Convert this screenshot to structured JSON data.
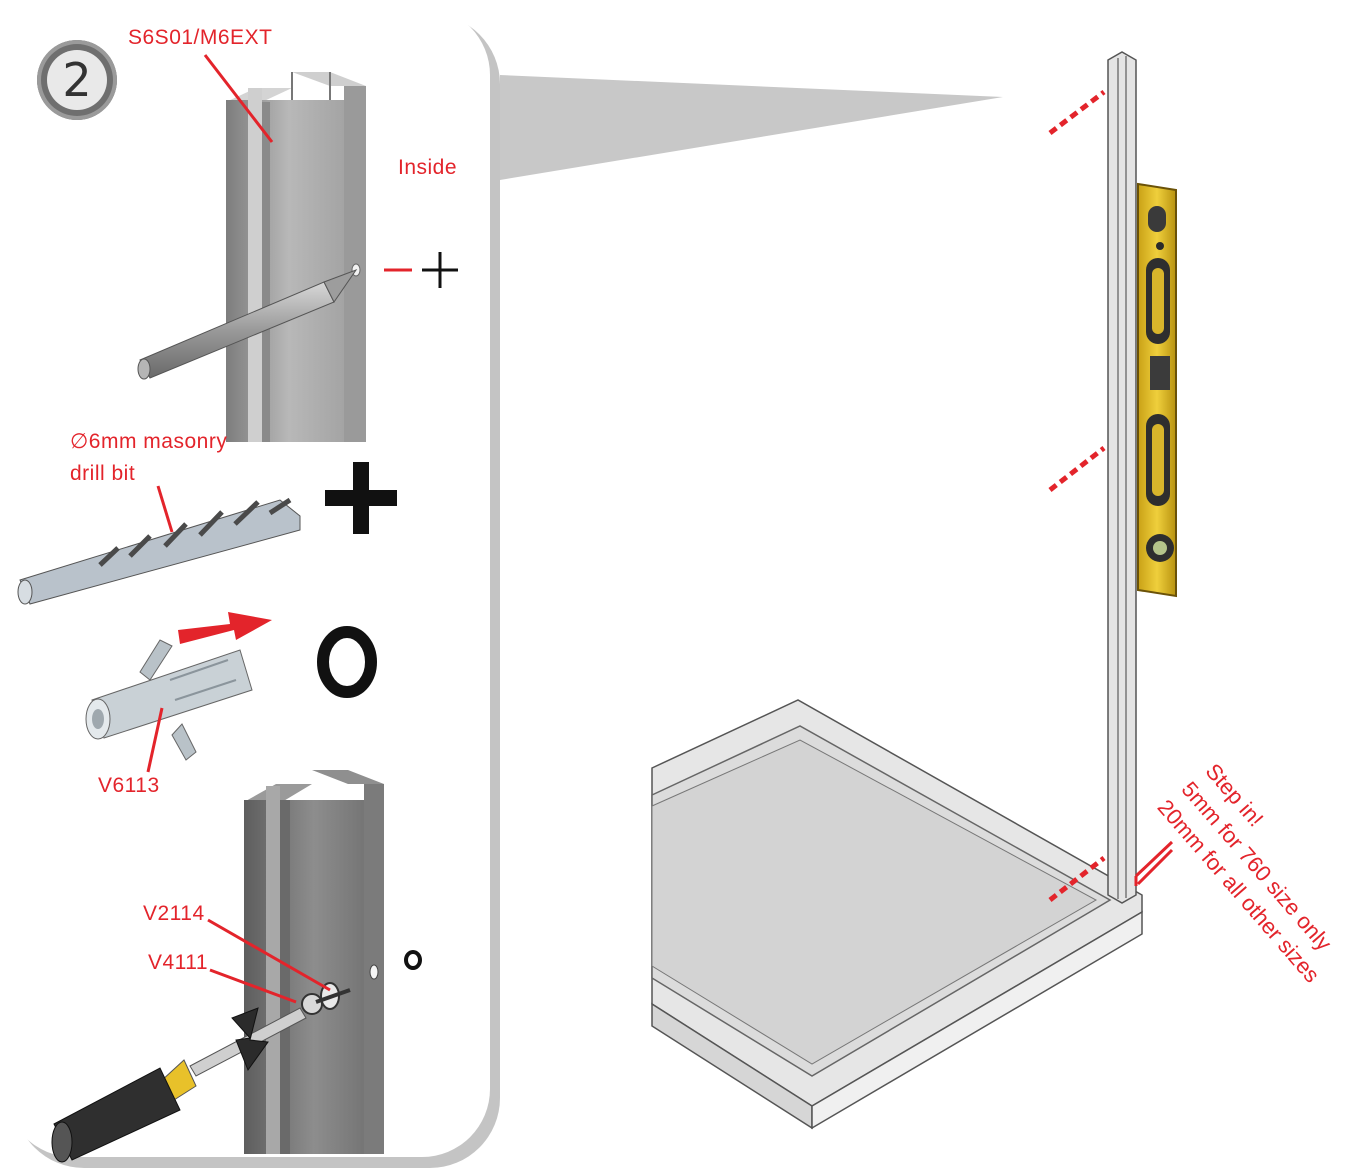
{
  "step": {
    "number": "2"
  },
  "labels": {
    "profile_code": "S6S01/M6EXT",
    "inside": "Inside",
    "drill_bit_line1": "∅6mm masonry",
    "drill_bit_line2": "drill bit",
    "plug_code": "V6113",
    "screw_code": "V2114",
    "washer_code": "V4111"
  },
  "symbols": {
    "mark": "—+",
    "plus": "+",
    "drill_hole": "O",
    "screw_hole": "o"
  },
  "step_in_note": {
    "title": "Step in!",
    "line1": "5mm for 760 size only",
    "line2": "20mm for all other sizes"
  },
  "colors": {
    "accent_red": "#e3242b",
    "panel_gray": "#c4c4c4",
    "level_yellow": "#e8c12a"
  }
}
